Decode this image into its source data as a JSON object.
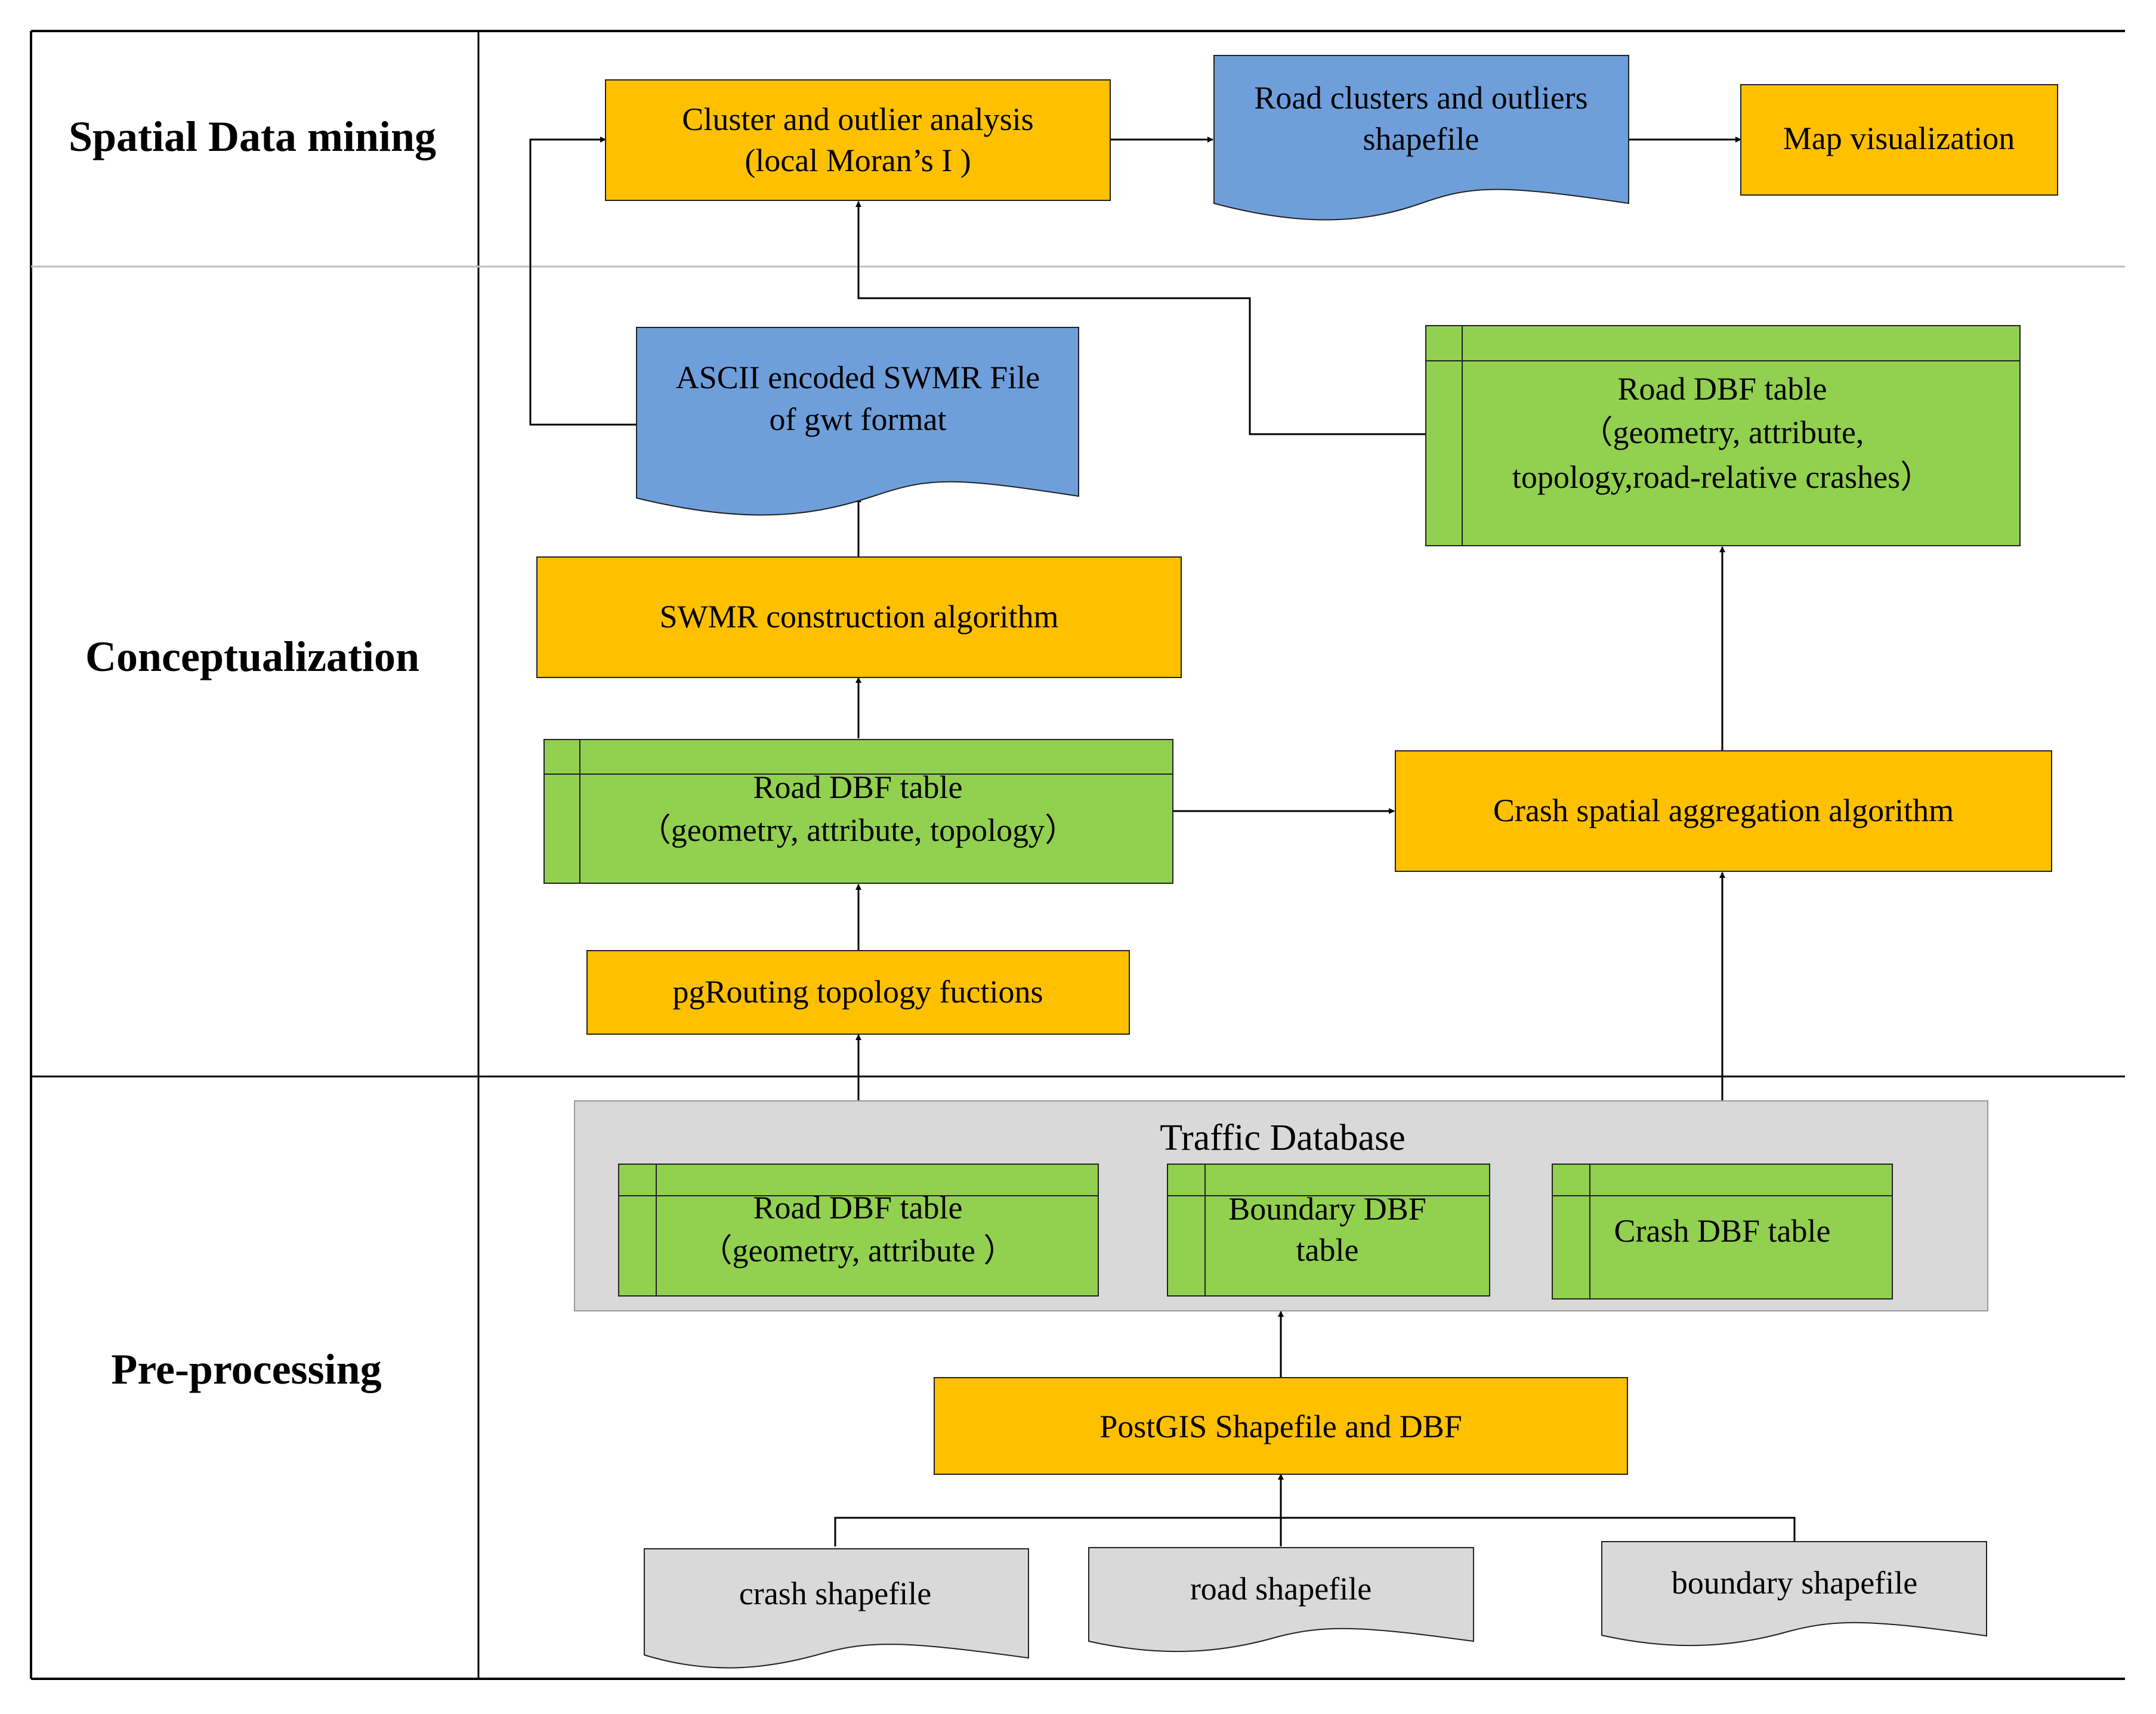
{
  "colors": {
    "process": "#FFC000",
    "output_doc": "#6F9FDA",
    "table": "#92D050",
    "input_doc": "#D9D9D9",
    "database": "#D9D9D9",
    "line": "#000000",
    "separator": "#BFBFBF"
  },
  "lanes": {
    "spatial": "Spatial Data mining",
    "concept": "Conceptualization",
    "pre": "Pre-processing"
  },
  "nodes": {
    "cluster": {
      "line1": "Cluster and outlier analysis",
      "line2": "(local Moran’s I )"
    },
    "road_clusters": {
      "line1": "Road clusters and outliers",
      "line2": "shapefile"
    },
    "map_vis": {
      "line1": "Map visualization"
    },
    "ascii": {
      "line1": "ASCII encoded SWMR File",
      "line2": "of gwt format"
    },
    "road_dbf_full": {
      "line1": "Road DBF table",
      "line2": "（geometry, attribute,",
      "line3": "topology,road-relative crashes）"
    },
    "swmr": {
      "line1": "SWMR construction algorithm"
    },
    "road_dbf_topo": {
      "line1": "Road DBF table",
      "line2": "（geometry,  attribute, topology）"
    },
    "crash_agg": {
      "line1": "Crash spatial aggregation algorithm"
    },
    "pgrouting": {
      "line1": "pgRouting topology fuctions"
    },
    "traffic_db": {
      "title": "Traffic Database"
    },
    "road_dbf_geo": {
      "line1": "Road DBF table",
      "line2": "（geometry,  attribute ）"
    },
    "boundary_dbf": {
      "line1": "Boundary  DBF",
      "line2": "table"
    },
    "crash_dbf": {
      "line1": "Crash DBF table"
    },
    "postgis": {
      "line1": "PostGIS Shapefile and DBF"
    },
    "crash_shp": {
      "line1": "crash  shapefile"
    },
    "road_shp": {
      "line1": "road shapefile"
    },
    "boundary_shp": {
      "line1": "boundary shapefile"
    }
  }
}
